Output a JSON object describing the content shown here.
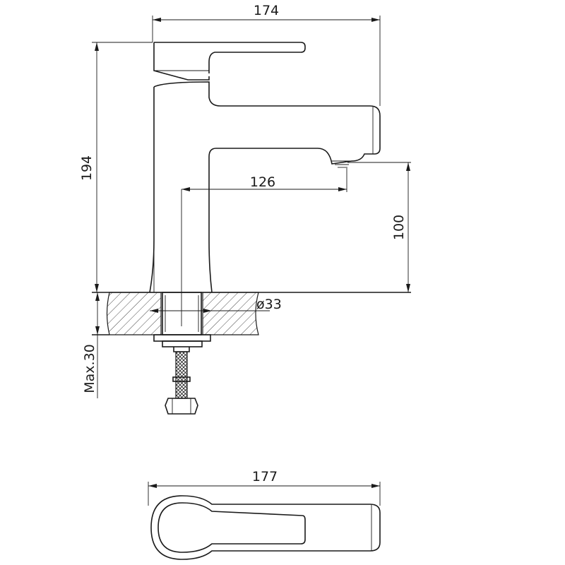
{
  "dimensions": {
    "overall_width": "174",
    "overall_height": "194",
    "spout_reach": "126",
    "spout_height": "100",
    "hole_diameter": "ø33",
    "max_thickness": "Max.30",
    "top_view_width": "177"
  },
  "colors": {
    "ink": "#1a1a1a",
    "background": "#ffffff"
  }
}
